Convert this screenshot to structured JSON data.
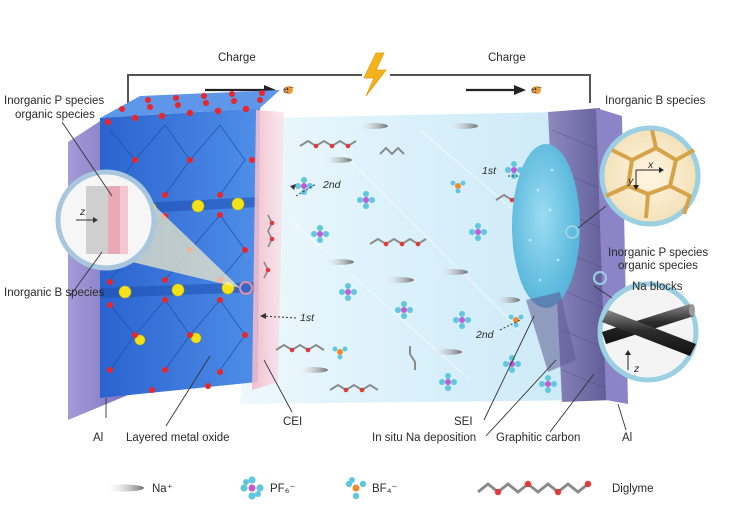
{
  "top": {
    "charge_left": "Charge",
    "charge_right": "Charge",
    "electron": "e⁻"
  },
  "cathode": {
    "label_inorganic_p": "Inorganic P species",
    "label_organic": "organic species",
    "label_inorganic_b": "Inorganic B species",
    "axis_z": "z",
    "label_al": "Al",
    "label_oxide": "Layered metal oxide",
    "label_cei": "CEI"
  },
  "electrolyte": {
    "label_2nd_left": "2nd",
    "label_1st_left": "1st",
    "label_1st_right": "1st",
    "label_2nd_right": "2nd"
  },
  "anode": {
    "label_inorganic_b": "Inorganic B species",
    "axis_x": "x",
    "axis_y": "y",
    "label_inorganic_p": "Inorganic P species",
    "label_organic": "organic species",
    "label_na_blocks": "Na blocks",
    "axis_z": "z",
    "label_sei": "SEI",
    "label_insitu": "In situ Na deposition",
    "label_graphitic": "Graphitic carbon",
    "label_al": "Al"
  },
  "legend": {
    "na": "Na⁺",
    "pf6": "PF₆⁻",
    "bf4": "BF₄⁻",
    "diglyme": "Diglyme"
  },
  "colors": {
    "octahedra": "#2f6fd8",
    "oxygen": "#e8262b",
    "sodium_yellow": "#f2e21b",
    "electrolyte_bg": "#dff1fa",
    "sei": "#6cc7e6",
    "pf6": "#5fc7e0",
    "bf4_center": "#f08a2b",
    "diglyme_o": "#e03a3a",
    "graphite": "#6e6aa6",
    "cathode_plate": "#8f86c9"
  }
}
